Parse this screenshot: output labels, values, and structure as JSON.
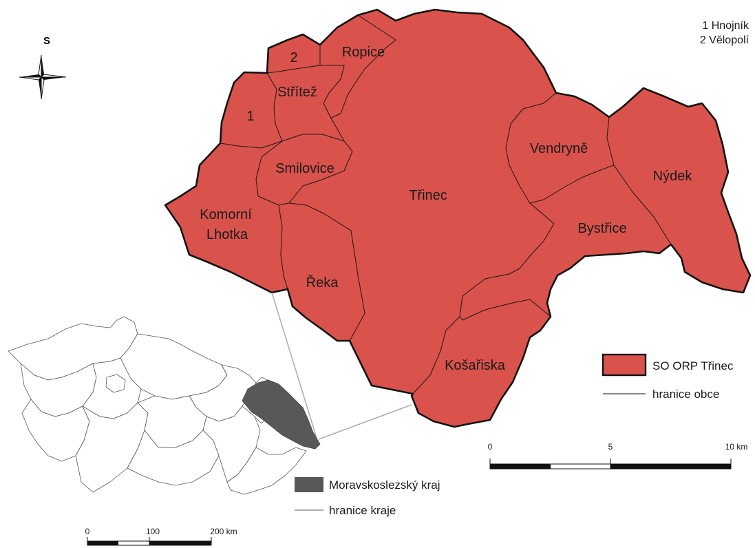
{
  "map": {
    "municipalities": [
      {
        "id": "trinec",
        "label": "Třinec"
      },
      {
        "id": "nydek",
        "label": "Nýdek"
      },
      {
        "id": "vendryne",
        "label": "Vendryně"
      },
      {
        "id": "bystrice",
        "label": "Bystřice"
      },
      {
        "id": "kosariska",
        "label": "Košařiska"
      },
      {
        "id": "reka",
        "label": "Řeka"
      },
      {
        "id": "komorni-lhotka",
        "label": "Komorní Lhotka"
      },
      {
        "id": "smilovice",
        "label": "Smilovice"
      },
      {
        "id": "strizez",
        "label": "Střítež"
      },
      {
        "id": "ropice",
        "label": "Ropice"
      },
      {
        "id": "hnojnik",
        "label": "1"
      },
      {
        "id": "velopoli",
        "label": "2"
      }
    ],
    "number_key": [
      "1 Hnojník",
      "2 Vělopolí"
    ],
    "north_arrow_label": "S",
    "legend": {
      "fill_label": "SO ORP Třinec",
      "line_label": "hranice obce",
      "fill_color": "#d9534c"
    },
    "scale_bar": {
      "ticks": [
        "0",
        "5",
        "10 km"
      ]
    }
  },
  "inset": {
    "legend": {
      "fill_label": "Moravskoslezský kraj",
      "line_label": "hranice kraje",
      "fill_color": "#585858"
    },
    "scale_bar": {
      "ticks": [
        "0",
        "100",
        "200 km"
      ]
    }
  }
}
